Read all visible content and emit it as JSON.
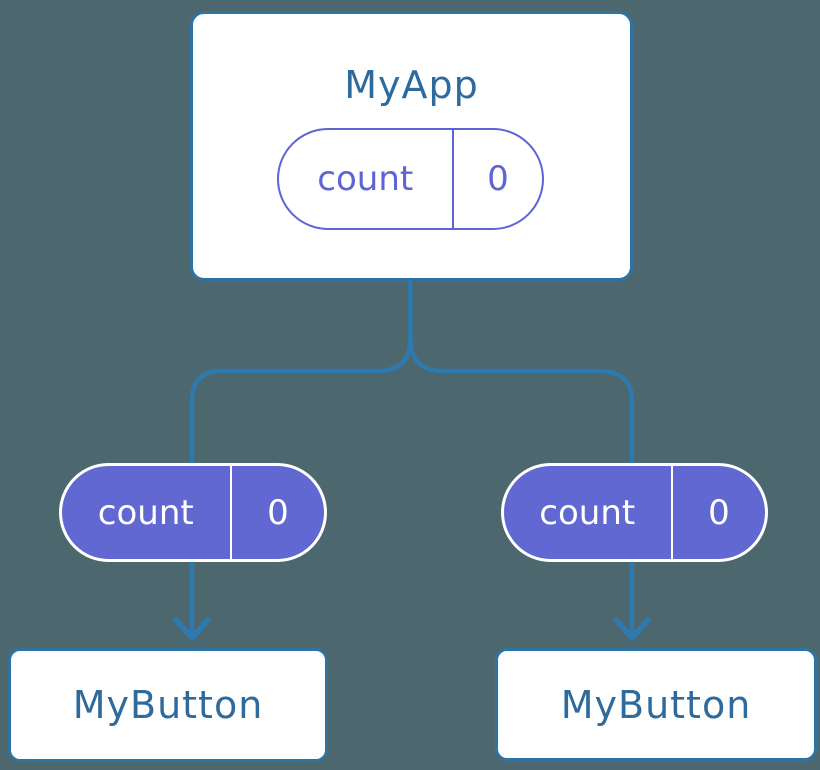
{
  "colors": {
    "background": "#4d676e",
    "connector_blue": "#2e7aae",
    "node_border_blue": "#2f73a3",
    "node_text_blue": "#2e6b9c",
    "state_purple": "#5e63d6",
    "state_fill_purple": "#6268d2",
    "node_fill": "#ffffff",
    "state_text_light": "#ffffff"
  },
  "diagram": {
    "root": {
      "title": "MyApp",
      "state": {
        "key": "count",
        "value": "0"
      }
    },
    "children": [
      {
        "state": {
          "key": "count",
          "value": "0"
        },
        "title": "MyButton"
      },
      {
        "state": {
          "key": "count",
          "value": "0"
        },
        "title": "MyButton"
      }
    ]
  }
}
